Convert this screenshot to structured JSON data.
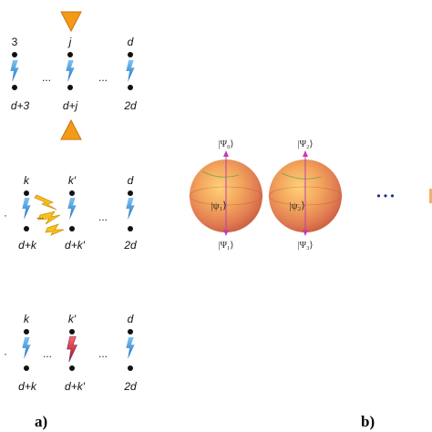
{
  "panel_a": {
    "label": "a)",
    "row1": {
      "top_labels": [
        "3",
        "j",
        "d"
      ],
      "bottom_labels": [
        "d+3",
        "d+j",
        "2d"
      ],
      "ellipsis": [
        "...",
        "..."
      ]
    },
    "row2": {
      "top_labels": [
        "k",
        "k′",
        "d"
      ],
      "bottom_labels": [
        "d+k",
        "d+k′",
        "2d"
      ],
      "ellipsis": [
        "...",
        "..."
      ]
    },
    "row3": {
      "top_labels": [
        "k",
        "k′",
        "d"
      ],
      "bottom_labels": [
        "d+k",
        "d+k′",
        "2d"
      ],
      "ellipsis": [
        "...",
        "..."
      ]
    }
  },
  "panel_b": {
    "label": "b)",
    "sphere1": {
      "top_ket": "|Ψ₀⟩",
      "center_ket": "|ψ₁⟩",
      "bottom_ket": "|Ψ₁⟩"
    },
    "sphere2": {
      "top_ket": "|Ψ₂⟩",
      "center_ket": "|ψ₂⟩",
      "bottom_ket": "|Ψ₃⟩"
    },
    "ellipsis": "• • •"
  },
  "colors": {
    "lightning_blue": "#3a8fd8",
    "lightning_red": "#d62020",
    "lightning_yellow": "#f4c21a",
    "triangle_orange": "#f39a18",
    "sphere_orange": "#f0a060",
    "dots_navy": "#1a2a8a"
  },
  "icons": [
    "lightning-bolt-icon",
    "triangle-marker-icon",
    "bloch-sphere-icon"
  ]
}
